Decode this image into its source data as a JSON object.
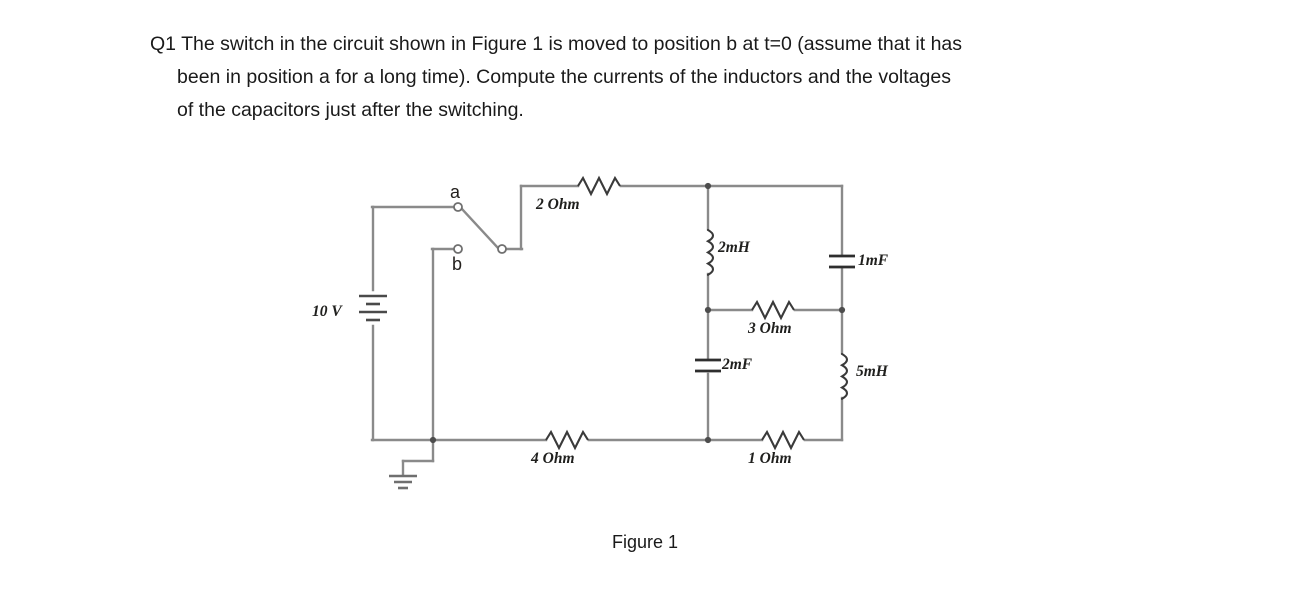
{
  "question": {
    "label": "Q1",
    "lines": [
      "The switch in the circuit shown in Figure 1 is moved to position b at t=0 (assume that it has",
      "been in position a for a long time). Compute the currents of the inductors and the voltages",
      "of the capacitors just after the switching."
    ]
  },
  "figure": {
    "caption": "Figure 1",
    "source": {
      "label": "10 V",
      "type": "dc-voltage-source"
    },
    "switch": {
      "terminal_a_label": "a",
      "terminal_b_label": "b",
      "position": "a"
    },
    "components": {
      "r_top": "2 Ohm",
      "r_mid": "3 Ohm",
      "r_bottom_left": "4 Ohm",
      "r_bottom_right": "1 Ohm",
      "l_upper": "2mH",
      "l_right": "5mH",
      "c_right": "1mF",
      "c_mid": "2mF"
    },
    "colors": {
      "wire": "#8a8a8a",
      "symbol": "#333333",
      "text": "#20201e"
    }
  }
}
